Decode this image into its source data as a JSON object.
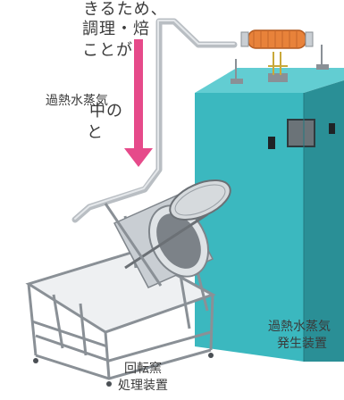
{
  "body_text_lines": [
    "きるため、",
    "調理・焙",
    "ことが",
    "中の",
    "と"
  ],
  "steam_label": "過熱水蒸気",
  "kiln_caption": [
    "回転窯",
    "処理装置"
  ],
  "generator_caption": [
    "過熱水蒸気",
    "発生装置"
  ],
  "colors": {
    "arrow": "#e64a8a",
    "cabinet_front": "#3bb8bf",
    "cabinet_side": "#2a8f96",
    "cabinet_top": "#62cdd2",
    "heater": "#e8823a",
    "steel": "#c9ced3",
    "steel_dark": "#8a9096"
  },
  "icons": {
    "arrow": "down-arrow-icon",
    "heater": "heater-coil-icon",
    "kiln": "rotary-kiln-icon"
  }
}
